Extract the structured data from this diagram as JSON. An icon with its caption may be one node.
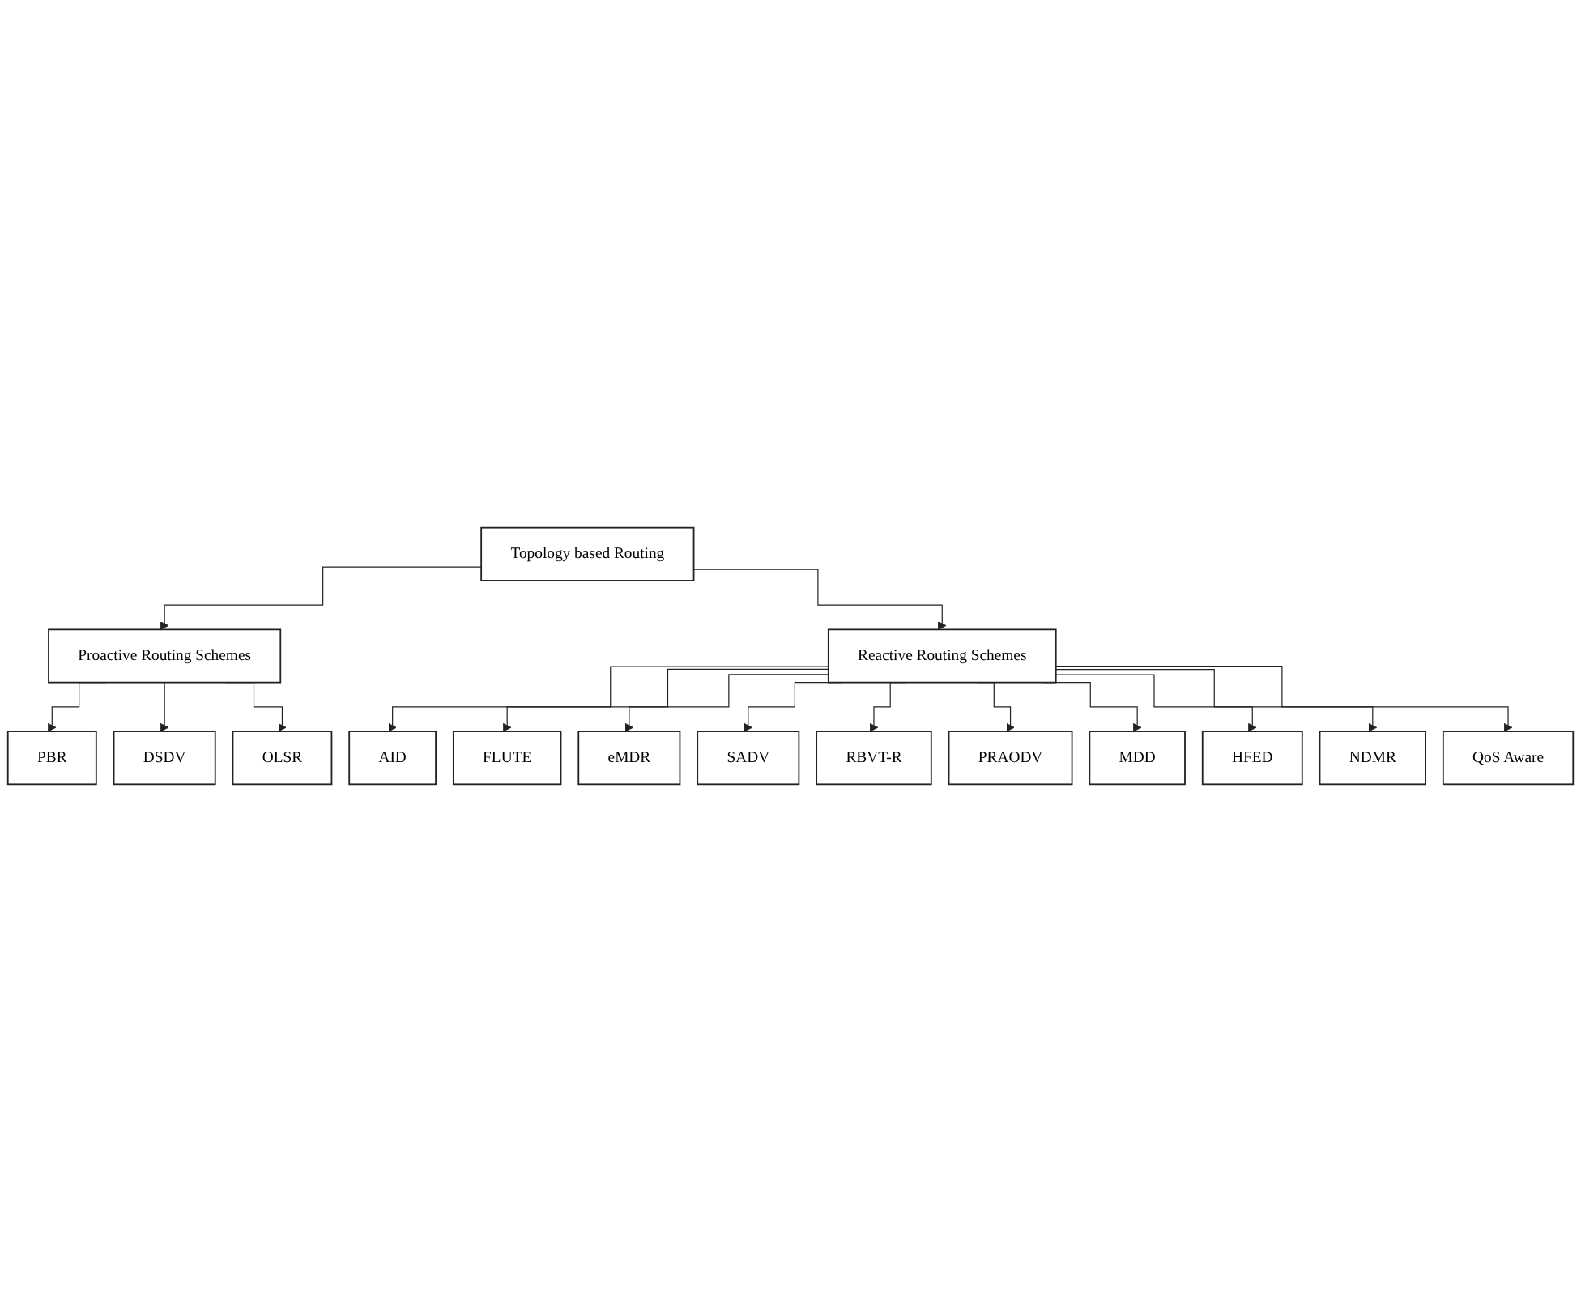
{
  "diagram": {
    "nodes": [
      {
        "text": [
          "Topology based Routing"
        ]
      },
      {
        "text": [
          "Proactive Routing Schemes"
        ]
      },
      {
        "text": [
          "Reactive Routing Schemes"
        ]
      },
      {
        "text": [
          "PBR"
        ]
      },
      {
        "text": [
          "DSDV"
        ]
      },
      {
        "text": [
          "OLSR"
        ]
      },
      {
        "text": [
          "AID"
        ]
      },
      {
        "text": [
          "FLUTE"
        ]
      },
      {
        "text": [
          "eMDR"
        ]
      },
      {
        "text": [
          "SADV"
        ]
      },
      {
        "text": [
          "RBVT-R"
        ]
      },
      {
        "text": [
          "PRAODV"
        ]
      },
      {
        "text": [
          "MDD"
        ]
      },
      {
        "text": [
          "HFED"
        ]
      },
      {
        "text": [
          "NDMR"
        ]
      },
      {
        "text": [
          "QoS Aware"
        ]
      }
    ],
    "edges": [
      {
        "from": 0,
        "to": 1,
        "arrow": "to"
      },
      {
        "from": 0,
        "to": 2,
        "arrow": "to"
      },
      {
        "from": 1,
        "to": 3,
        "arrow": "to"
      },
      {
        "from": 1,
        "to": 4,
        "arrow": "to"
      },
      {
        "from": 1,
        "to": 5,
        "arrow": "to"
      },
      {
        "from": 2,
        "to": 6,
        "arrow": "to"
      },
      {
        "from": 2,
        "to": 7,
        "arrow": "to"
      },
      {
        "from": 2,
        "to": 8,
        "arrow": "to"
      },
      {
        "from": 2,
        "to": 9,
        "arrow": "to"
      },
      {
        "from": 2,
        "to": 10,
        "arrow": "to"
      },
      {
        "from": 2,
        "to": 11,
        "arrow": "to"
      },
      {
        "from": 2,
        "to": 12,
        "arrow": "to"
      },
      {
        "from": 2,
        "to": 13,
        "arrow": "to"
      },
      {
        "from": 2,
        "to": 14,
        "arrow": "to"
      },
      {
        "from": 2,
        "to": 15,
        "arrow": "to"
      }
    ]
  }
}
